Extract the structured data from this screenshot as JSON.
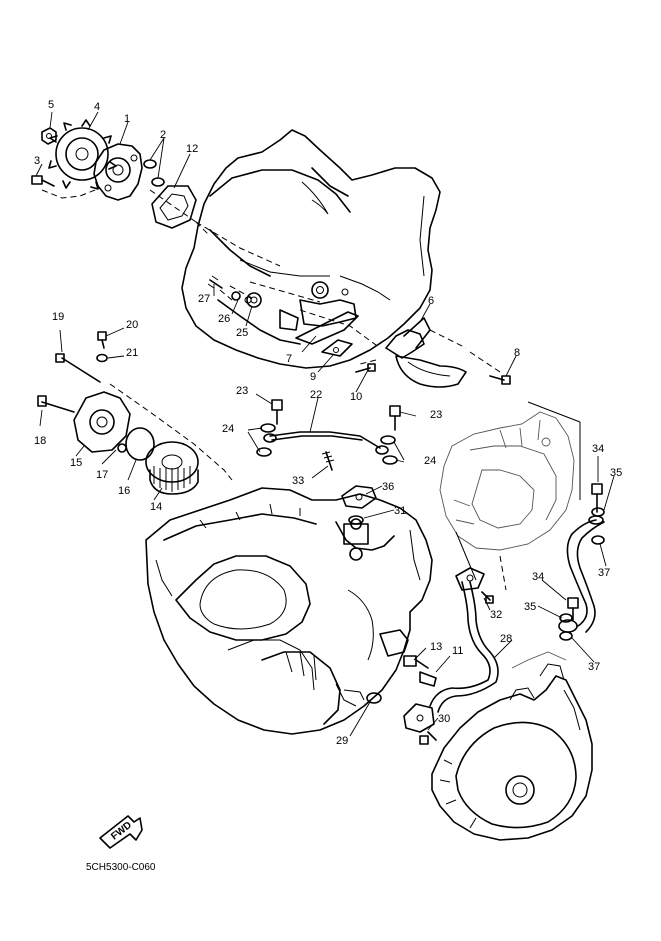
{
  "diagram": {
    "ref_code": "5CH5300-C060",
    "fwd_label": "FWD",
    "labels": [
      {
        "id": "1",
        "text": "1"
      },
      {
        "id": "2",
        "text": "2"
      },
      {
        "id": "3",
        "text": "3"
      },
      {
        "id": "4",
        "text": "4"
      },
      {
        "id": "5",
        "text": "5"
      },
      {
        "id": "6",
        "text": "6"
      },
      {
        "id": "7",
        "text": "7"
      },
      {
        "id": "8",
        "text": "8"
      },
      {
        "id": "9",
        "text": "9"
      },
      {
        "id": "10",
        "text": "10"
      },
      {
        "id": "11",
        "text": "11"
      },
      {
        "id": "12",
        "text": "12"
      },
      {
        "id": "13",
        "text": "13"
      },
      {
        "id": "14",
        "text": "14"
      },
      {
        "id": "15",
        "text": "15"
      },
      {
        "id": "16",
        "text": "16"
      },
      {
        "id": "17",
        "text": "17"
      },
      {
        "id": "18",
        "text": "18"
      },
      {
        "id": "19",
        "text": "19"
      },
      {
        "id": "20",
        "text": "20"
      },
      {
        "id": "21",
        "text": "21"
      },
      {
        "id": "22",
        "text": "22"
      },
      {
        "id": "23a",
        "text": "23"
      },
      {
        "id": "23b",
        "text": "23"
      },
      {
        "id": "24a",
        "text": "24"
      },
      {
        "id": "24b",
        "text": "24"
      },
      {
        "id": "25",
        "text": "25"
      },
      {
        "id": "26",
        "text": "26"
      },
      {
        "id": "27",
        "text": "27"
      },
      {
        "id": "28",
        "text": "28"
      },
      {
        "id": "29",
        "text": "29"
      },
      {
        "id": "30",
        "text": "30"
      },
      {
        "id": "31",
        "text": "31"
      },
      {
        "id": "32",
        "text": "32"
      },
      {
        "id": "33",
        "text": "33"
      },
      {
        "id": "34a",
        "text": "34"
      },
      {
        "id": "34b",
        "text": "34"
      },
      {
        "id": "35a",
        "text": "35"
      },
      {
        "id": "35b",
        "text": "35"
      },
      {
        "id": "36",
        "text": "36"
      },
      {
        "id": "37a",
        "text": "37"
      },
      {
        "id": "37b",
        "text": "37"
      }
    ]
  }
}
